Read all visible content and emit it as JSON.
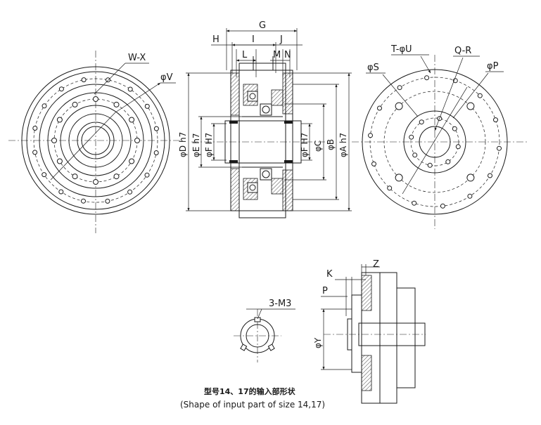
{
  "front_view": {
    "label_wx": "W-X",
    "label_v": "φV"
  },
  "side_view": {
    "labels_top": {
      "g": "G",
      "h": "H",
      "i": "I",
      "j": "J",
      "l": "L",
      "m": "M",
      "n": "N"
    },
    "labels_vertical": {
      "d": "φD h7",
      "e": "φE h7",
      "f_left": "φF H7",
      "f_right": "φF H7",
      "c": "φC",
      "b": "φB",
      "a": "φA h7"
    }
  },
  "rear_view": {
    "label_tu": "T-φU",
    "label_qr": "Q-R",
    "label_s": "φS",
    "label_p": "φP"
  },
  "input_detail": {
    "label_m3": "3-M3",
    "label_k": "K",
    "label_z": "Z",
    "label_p": "P",
    "label_y": "φY",
    "caption_cn": "型号14、17的输入部形状",
    "caption_en": "(Shape of input part of size 14,17)"
  }
}
